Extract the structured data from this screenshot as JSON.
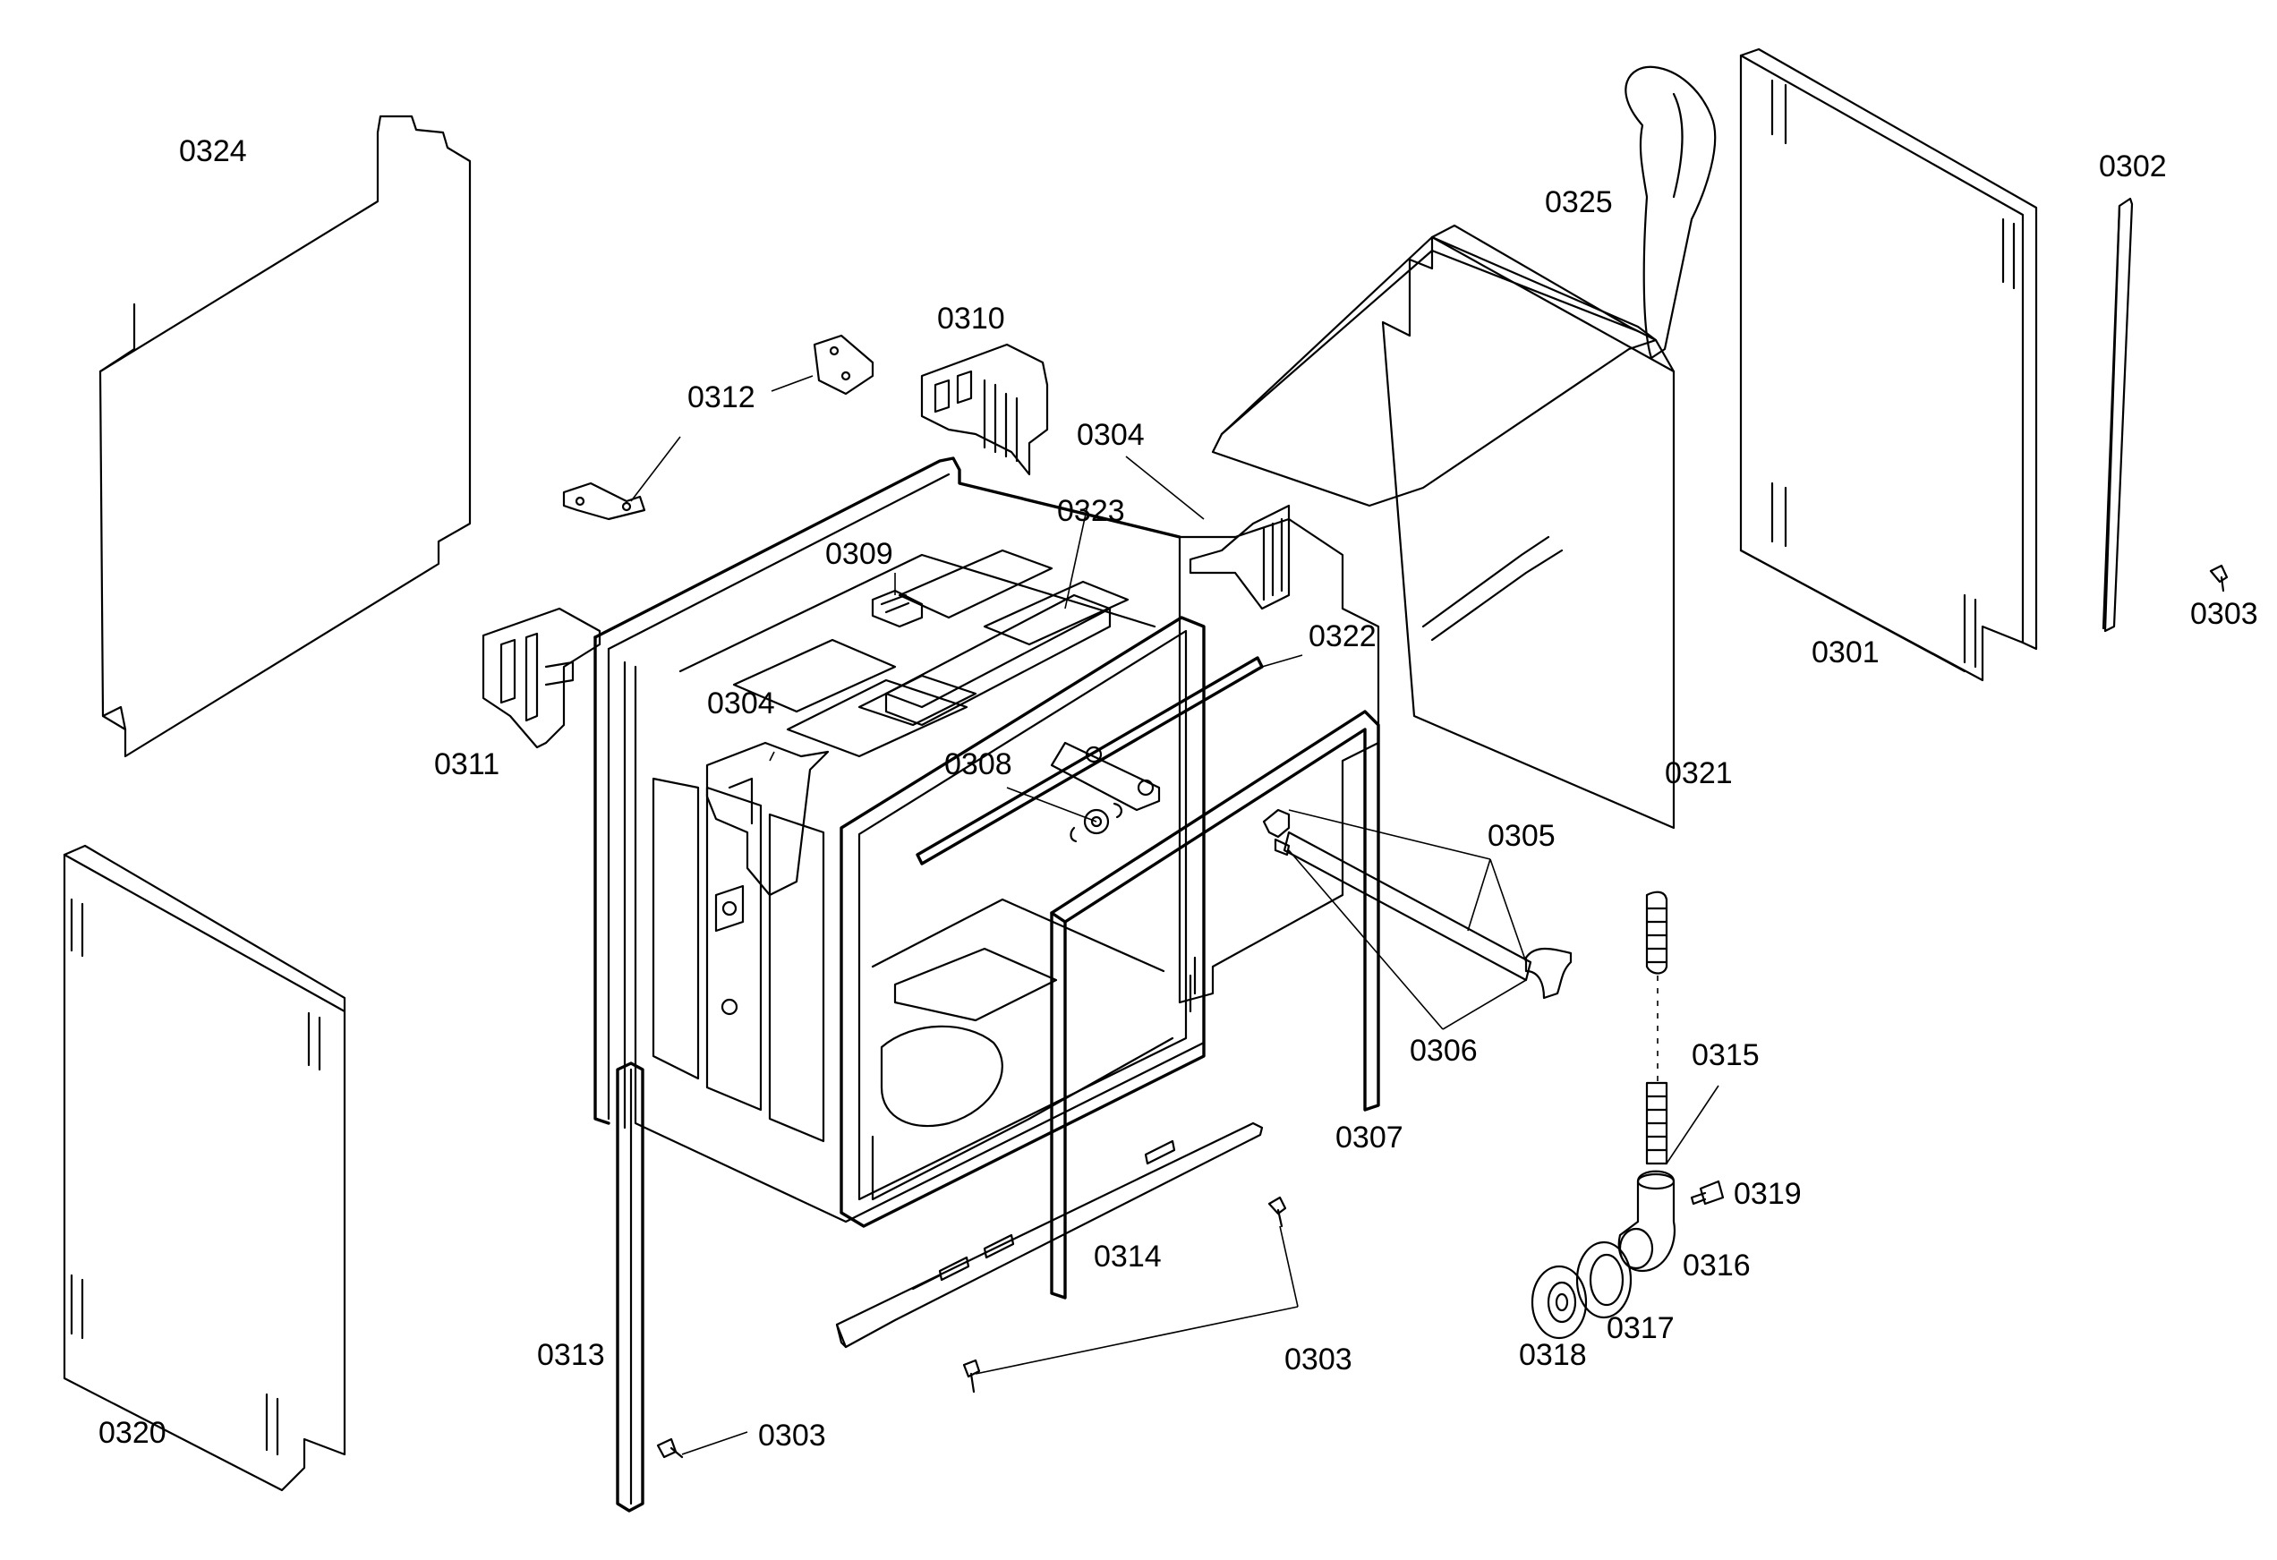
{
  "labels": {
    "p0324": "0324",
    "p0325": "0325",
    "p0302": "0302",
    "p0303_top": "0303",
    "p0310": "0310",
    "p0312": "0312",
    "p0304_top": "0304",
    "p0323": "0323",
    "p0309": "0309",
    "p0322": "0322",
    "p0304_mid": "0304",
    "p0311": "0311",
    "p0308": "0308",
    "p0301": "0301",
    "p0321": "0321",
    "p0305": "0305",
    "p0306": "0306",
    "p0315": "0315",
    "p0307": "0307",
    "p0319": "0319",
    "p0314": "0314",
    "p0316": "0316",
    "p0303_mid": "0303",
    "p0318": "0318",
    "p0317": "0317",
    "p0313": "0313",
    "p0320": "0320",
    "p0303_bot": "0303"
  }
}
